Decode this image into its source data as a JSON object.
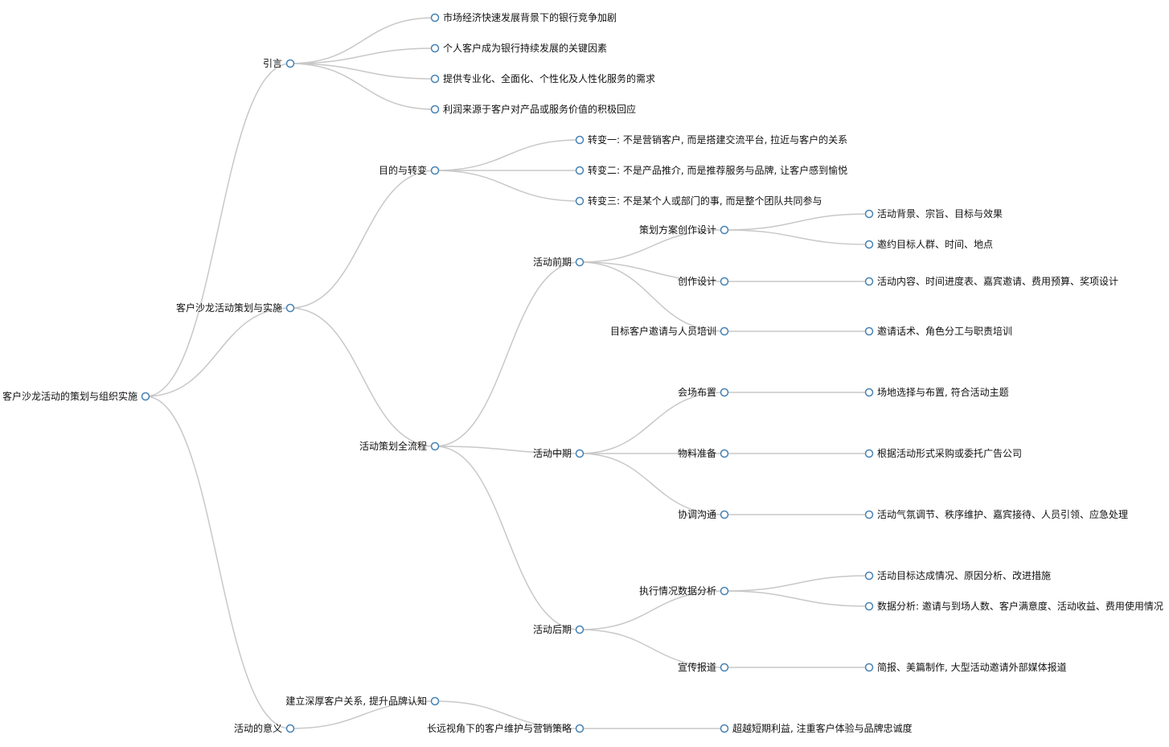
{
  "tree": {
    "label": "客户沙龙活动的策划与组织实施",
    "children": [
      {
        "label": "引言",
        "children": [
          {
            "label": "市场经济快速发展背景下的银行竞争加剧"
          },
          {
            "label": "个人客户成为银行持续发展的关键因素"
          },
          {
            "label": "提供专业化、全面化、个性化及人性化服务的需求"
          },
          {
            "label": "利润来源于客户对产品或服务价值的积极回应"
          }
        ]
      },
      {
        "label": "客户沙龙活动策划与实施",
        "children": [
          {
            "label": "目的与转变",
            "children": [
              {
                "label": "转变一: 不是营销客户, 而是搭建交流平台, 拉近与客户的关系"
              },
              {
                "label": "转变二: 不是产品推介, 而是推荐服务与品牌, 让客户感到愉悦"
              },
              {
                "label": "转变三: 不是某个人或部门的事, 而是整个团队共同参与"
              }
            ]
          },
          {
            "label": "活动策划全流程",
            "children": [
              {
                "label": "活动前期",
                "children": [
                  {
                    "label": "策划方案创作设计",
                    "children": [
                      {
                        "label": "活动背景、宗旨、目标与效果"
                      },
                      {
                        "label": "邀约目标人群、时间、地点"
                      }
                    ]
                  },
                  {
                    "label": "创作设计",
                    "children": [
                      {
                        "label": "活动内容、时间进度表、嘉宾邀请、费用预算、奖项设计"
                      }
                    ]
                  },
                  {
                    "label": "目标客户邀请与人员培训",
                    "children": [
                      {
                        "label": "邀请话术、角色分工与职责培训"
                      }
                    ]
                  }
                ]
              },
              {
                "label": "活动中期",
                "children": [
                  {
                    "label": "会场布置",
                    "children": [
                      {
                        "label": "场地选择与布置, 符合活动主题"
                      }
                    ]
                  },
                  {
                    "label": "物料准备",
                    "children": [
                      {
                        "label": "根据活动形式采购或委托广告公司"
                      }
                    ]
                  },
                  {
                    "label": "协调沟通",
                    "children": [
                      {
                        "label": "活动气氛调节、秩序维护、嘉宾接待、人员引领、应急处理"
                      }
                    ]
                  }
                ]
              },
              {
                "label": "活动后期",
                "children": [
                  {
                    "label": "执行情况数据分析",
                    "children": [
                      {
                        "label": "活动目标达成情况、原因分析、改进措施"
                      },
                      {
                        "label": "数据分析: 邀请与到场人数、客户满意度、活动收益、费用使用情况"
                      }
                    ]
                  },
                  {
                    "label": "宣传报道",
                    "children": [
                      {
                        "label": "简报、美篇制作, 大型活动邀请外部媒体报道"
                      }
                    ]
                  }
                ]
              }
            ]
          }
        ]
      },
      {
        "label": "活动的意义",
        "children": [
          {
            "label": "建立深厚客户关系, 提升品牌认知",
            "children": [
              {
                "label": "长远视角下的客户维护与营销策略",
                "children": [
                  {
                    "label": "超越短期利益, 注重客户体验与品牌忠诚度"
                  }
                ]
              }
            ]
          }
        ]
      }
    ]
  }
}
